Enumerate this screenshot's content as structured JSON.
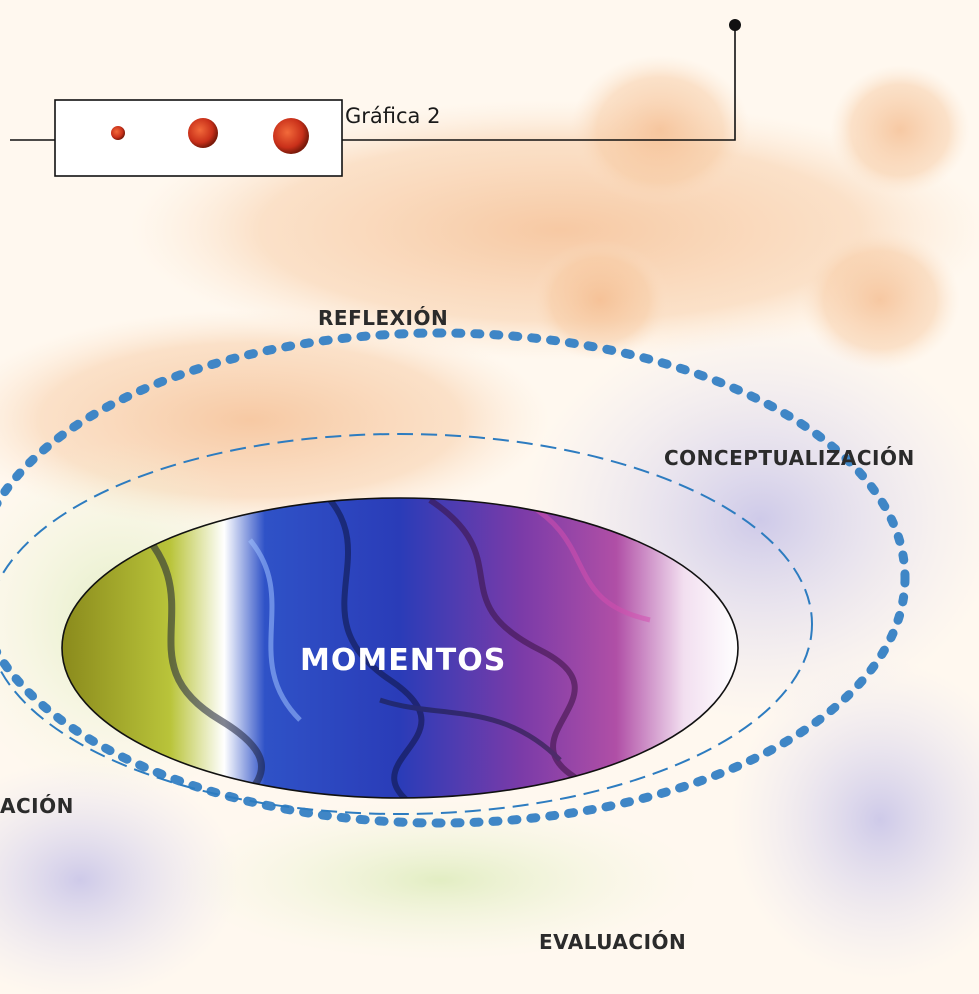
{
  "caption": "Gráfica 2",
  "center_label": "MOMENTOS",
  "ring_labels": {
    "top": "REFLEXIÓN",
    "right": "CONCEPTUALIZACIÓN",
    "bottom": "EVALUACIÓN",
    "left": "ACIÓN"
  },
  "colors": {
    "ring_blue": "#3f86c6",
    "inner_dash": "#2d7cc0",
    "background": "#fff8ef"
  }
}
